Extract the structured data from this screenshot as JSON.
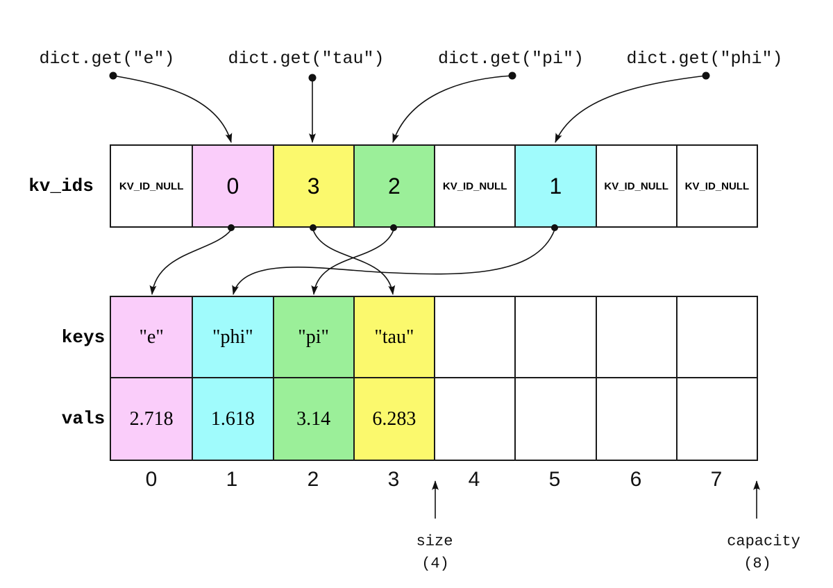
{
  "diagram": {
    "queries": [
      {
        "label": "dict.get(\"e\")"
      },
      {
        "label": "dict.get(\"tau\")"
      },
      {
        "label": "dict.get(\"pi\")"
      },
      {
        "label": "dict.get(\"phi\")"
      }
    ],
    "rows": {
      "kv_ids": {
        "label": "kv_ids",
        "cells": [
          {
            "text": "KV_ID_NULL",
            "bg": "#ffffff",
            "size": "s"
          },
          {
            "text": "0",
            "bg": "#facdfa",
            "size": "n"
          },
          {
            "text": "3",
            "bg": "#fbf96d",
            "size": "n"
          },
          {
            "text": "2",
            "bg": "#9bef99",
            "size": "n"
          },
          {
            "text": "KV_ID_NULL",
            "bg": "#ffffff",
            "size": "s"
          },
          {
            "text": "1",
            "bg": "#a0fbfc",
            "size": "n"
          },
          {
            "text": "KV_ID_NULL",
            "bg": "#ffffff",
            "size": "s"
          },
          {
            "text": "KV_ID_NULL",
            "bg": "#ffffff",
            "size": "s"
          }
        ]
      },
      "keys": {
        "label": "keys",
        "cells": [
          {
            "text": "\"e\"",
            "bg": "#facdfa"
          },
          {
            "text": "\"phi\"",
            "bg": "#a0fbfc"
          },
          {
            "text": "\"pi\"",
            "bg": "#9bef99"
          },
          {
            "text": "\"tau\"",
            "bg": "#fbf96d"
          },
          {
            "text": "",
            "bg": "#ffffff"
          },
          {
            "text": "",
            "bg": "#ffffff"
          },
          {
            "text": "",
            "bg": "#ffffff"
          },
          {
            "text": "",
            "bg": "#ffffff"
          }
        ]
      },
      "vals": {
        "label": "vals",
        "cells": [
          {
            "text": "2.718",
            "bg": "#facdfa"
          },
          {
            "text": "1.618",
            "bg": "#a0fbfc"
          },
          {
            "text": "3.14",
            "bg": "#9bef99"
          },
          {
            "text": "6.283",
            "bg": "#fbf96d"
          },
          {
            "text": "",
            "bg": "#ffffff"
          },
          {
            "text": "",
            "bg": "#ffffff"
          },
          {
            "text": "",
            "bg": "#ffffff"
          },
          {
            "text": "",
            "bg": "#ffffff"
          }
        ]
      }
    },
    "indices": [
      "0",
      "1",
      "2",
      "3",
      "4",
      "5",
      "6",
      "7"
    ],
    "annotations": {
      "size": {
        "label": "size",
        "value": "(4)"
      },
      "capacity": {
        "label": "capacity",
        "value": "(8)"
      }
    },
    "palette": {
      "pink": "#facdfa",
      "cyan": "#a0fbfc",
      "green": "#9bef99",
      "yellow": "#fbf96d",
      "line": "#111111"
    }
  }
}
